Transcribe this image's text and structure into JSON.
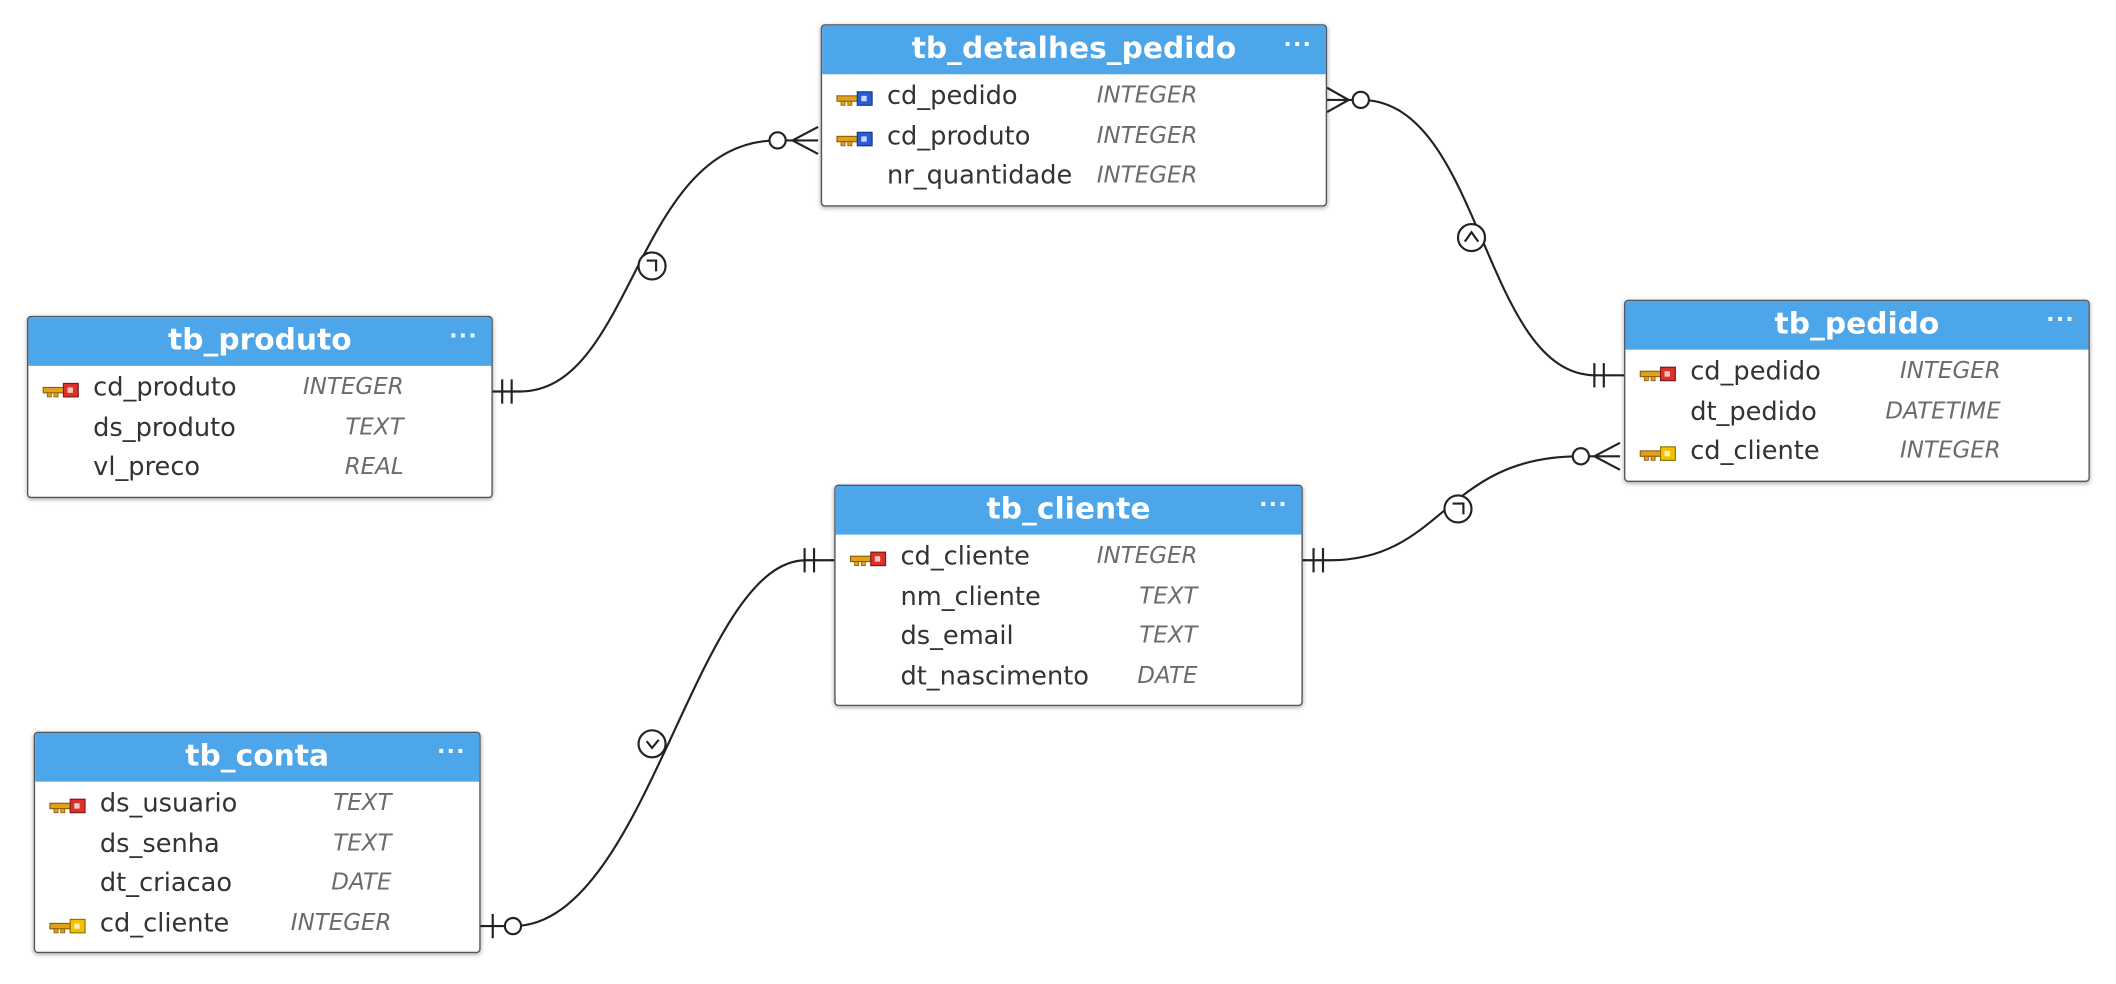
{
  "tables": {
    "detalhes": {
      "name": "tb_detalhes_pedido",
      "columns": [
        {
          "name": "cd_pedido",
          "type": "INTEGER",
          "key": "fk"
        },
        {
          "name": "cd_produto",
          "type": "INTEGER",
          "key": "fk"
        },
        {
          "name": "nr_quantidade",
          "type": "INTEGER",
          "key": "none"
        }
      ]
    },
    "produto": {
      "name": "tb_produto",
      "columns": [
        {
          "name": "cd_produto",
          "type": "INTEGER",
          "key": "pk"
        },
        {
          "name": "ds_produto",
          "type": "TEXT",
          "key": "none"
        },
        {
          "name": "vl_preco",
          "type": "REAL",
          "key": "none"
        }
      ]
    },
    "pedido": {
      "name": "tb_pedido",
      "columns": [
        {
          "name": "cd_pedido",
          "type": "INTEGER",
          "key": "pk"
        },
        {
          "name": "dt_pedido",
          "type": "DATETIME",
          "key": "none"
        },
        {
          "name": "cd_cliente",
          "type": "INTEGER",
          "key": "fk-yellow"
        }
      ]
    },
    "cliente": {
      "name": "tb_cliente",
      "columns": [
        {
          "name": "cd_cliente",
          "type": "INTEGER",
          "key": "pk"
        },
        {
          "name": "nm_cliente",
          "type": "TEXT",
          "key": "none"
        },
        {
          "name": "ds_email",
          "type": "TEXT",
          "key": "none"
        },
        {
          "name": "dt_nascimento",
          "type": "DATE",
          "key": "none"
        }
      ]
    },
    "conta": {
      "name": "tb_conta",
      "columns": [
        {
          "name": "ds_usuario",
          "type": "TEXT",
          "key": "pk"
        },
        {
          "name": "ds_senha",
          "type": "TEXT",
          "key": "none"
        },
        {
          "name": "dt_criacao",
          "type": "DATE",
          "key": "none"
        },
        {
          "name": "cd_cliente",
          "type": "INTEGER",
          "key": "fk-yellow"
        }
      ]
    }
  },
  "menu_glyph": "···",
  "colors": {
    "header": "#4da6ea",
    "border": "#50555c",
    "line": "#222222",
    "key_gold": "#e0a21a",
    "key_red": "#d9322b",
    "key_blue": "#2a5bd7"
  },
  "relationships": [
    {
      "from": "produto.cd_produto",
      "to": "detalhes.cd_produto",
      "from_end": "one-and-only-one",
      "to_end": "zero-or-many"
    },
    {
      "from": "pedido.cd_pedido",
      "to": "detalhes.cd_pedido",
      "from_end": "one-and-only-one",
      "to_end": "zero-or-many"
    },
    {
      "from": "cliente.cd_cliente",
      "to": "pedido.cd_cliente",
      "from_end": "one-and-only-one",
      "to_end": "zero-or-many"
    },
    {
      "from": "cliente.cd_cliente",
      "to": "conta.cd_cliente",
      "from_end": "one-and-only-one",
      "to_end": "zero-or-one"
    }
  ]
}
